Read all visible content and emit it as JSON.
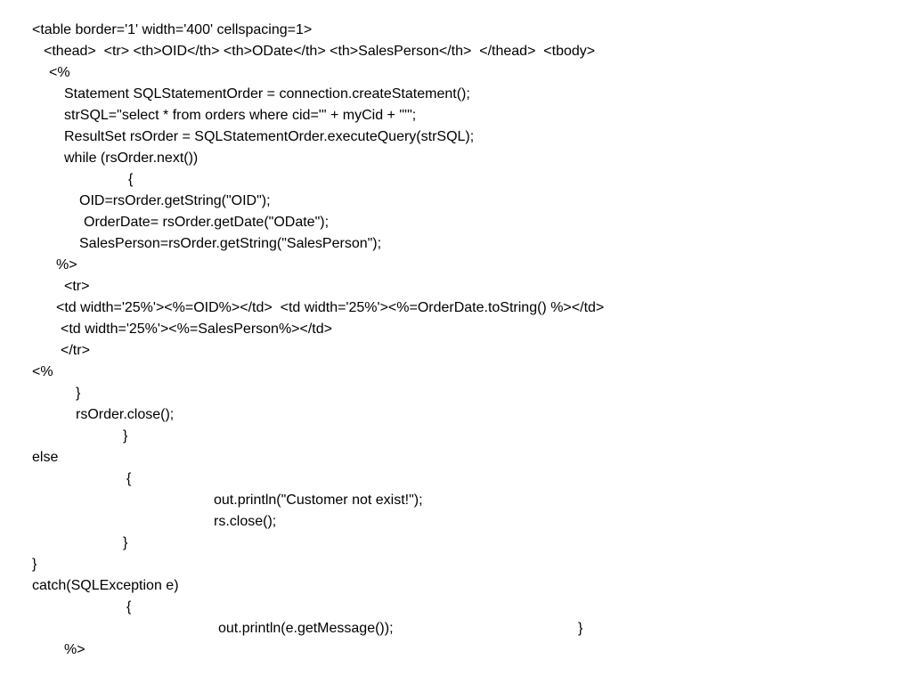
{
  "document": {
    "lines": [
      "<table border='1' width='400' cellspacing=1>",
      "<thead>  <tr> <th>OID</th> <th>ODate</th> <th>SalesPerson</th>  </thead>  <tbody>",
      "<%",
      "Statement SQLStatementOrder = connection.createStatement();",
      "strSQL=\"select * from orders where cid='\" + myCid + \"'\";",
      "ResultSet rsOrder = SQLStatementOrder.executeQuery(strSQL);",
      "while (rsOrder.next())",
      "{",
      "OID=rsOrder.getString(\"OID\");",
      "OrderDate= rsOrder.getDate(\"ODate\");",
      "SalesPerson=rsOrder.getString(\"SalesPerson\");",
      "%>",
      "<tr>",
      "<td width='25%'><%=OID%></td>  <td width='25%'><%=OrderDate.toString() %></td>",
      "<td width='25%'><%=SalesPerson%></td>",
      "</tr>",
      "<%",
      "}",
      "rsOrder.close();",
      "}",
      "else",
      "{",
      "out.println(\"Customer not exist!\");",
      "rs.close();",
      "}",
      "}",
      "catch(SQLException e)",
      "{",
      "out.println(e.getMessage());",
      "}",
      "%>"
    ]
  }
}
